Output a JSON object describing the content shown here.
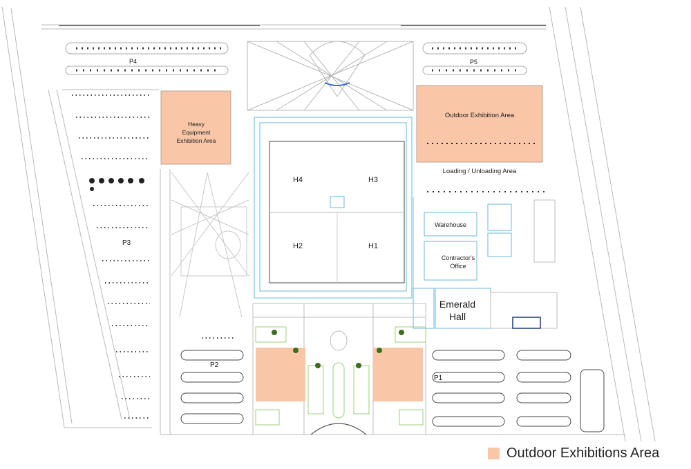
{
  "colors": {
    "outdoor_area": "#f9c6a8",
    "building_line": "#6bb7dc",
    "road_line": "#b9b9b9",
    "tree": "#3f6d1e",
    "greenery": "#9ccf7a"
  },
  "parking": {
    "p1": "P1",
    "p2": "P2",
    "p3": "P3",
    "p4": "P4",
    "p5": "P5"
  },
  "halls": {
    "h1": "H1",
    "h2": "H2",
    "h3": "H3",
    "h4": "H4"
  },
  "areas": {
    "heavy_equipment": [
      "Heavy",
      "Equipment",
      "Exhibition Area"
    ],
    "outdoor_exhibition": "Outdoor Exhibition Area",
    "loading": "Loading / Unloading Area",
    "warehouse": "Warehouse",
    "contractor_office": [
      "Contractor's",
      "Office"
    ],
    "emerald_hall": [
      "Emerald",
      "Hall"
    ]
  },
  "legend": {
    "label": "Outdoor Exhibitions Area"
  }
}
